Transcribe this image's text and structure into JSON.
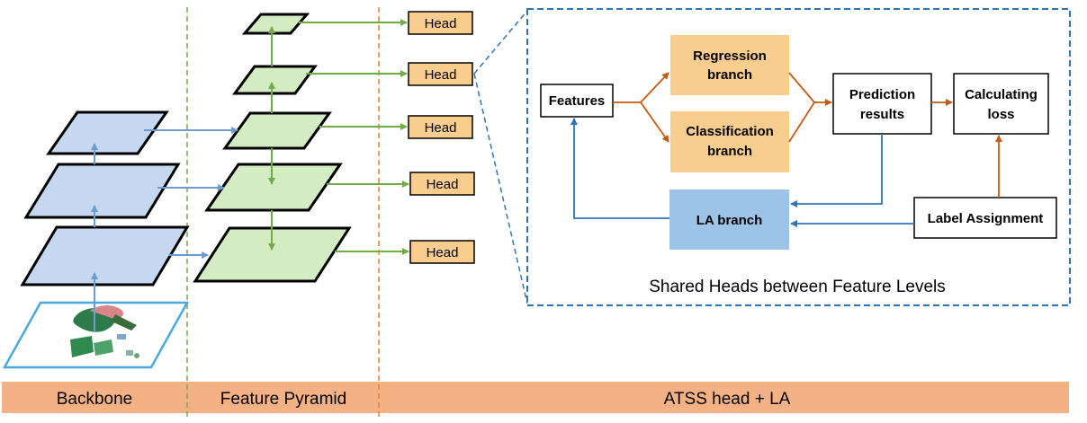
{
  "heads": [
    "Head",
    "Head",
    "Head",
    "Head",
    "Head"
  ],
  "detail": {
    "features": "Features",
    "regression": [
      "Regression",
      "branch"
    ],
    "classification": [
      "Classification",
      "branch"
    ],
    "prediction": [
      "Prediction",
      "results"
    ],
    "loss": [
      "Calculating",
      "loss"
    ],
    "la_branch": "LA branch",
    "label_assignment": "Label Assignment",
    "caption": "Shared Heads between Feature Levels"
  },
  "sections": {
    "backbone": "Backbone",
    "pyramid": "Feature Pyramid",
    "atss": "ATSS head + LA"
  },
  "colors": {
    "backbone_fill": "#c5d8f0",
    "pyramid_fill": "#d4ecc4",
    "head_fill": "#f9cd8d",
    "la_fill": "#9dc3e6",
    "bar_fill": "#f4b183",
    "blue_arrow": "#6f9bd1",
    "green_arrow": "#70ad47",
    "orange_arrow": "#c55a11",
    "dark_blue_arrow": "#2e75b6"
  }
}
